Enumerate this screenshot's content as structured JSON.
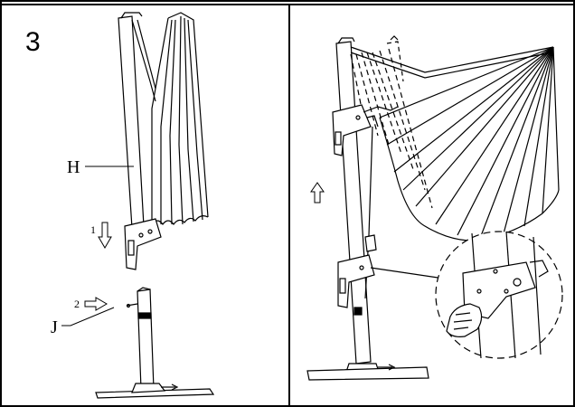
{
  "step_number": "3",
  "labels": {
    "part_h": "H",
    "part_j": "J",
    "arrow_1": "1",
    "arrow_2": "2"
  },
  "colors": {
    "ink": "#000000",
    "paper": "#ffffff"
  }
}
